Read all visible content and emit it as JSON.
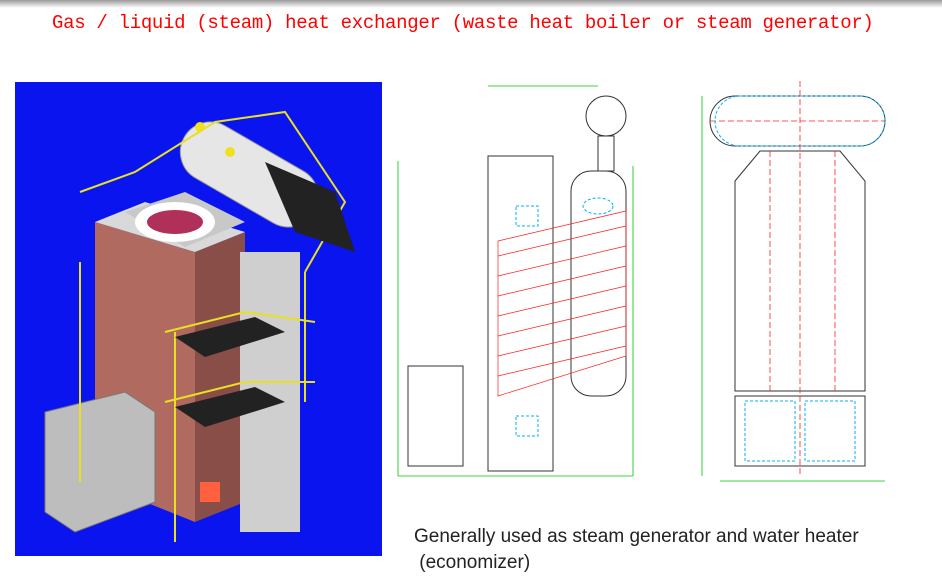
{
  "slide": {
    "title": "Gas / liquid (steam) heat exchanger (waste heat boiler or steam generator)",
    "caption_line1": "Generally used as steam generator and water heater",
    "caption_line2": " (economizer)"
  },
  "colors": {
    "title": "#ff0000",
    "render_background": "#0a14ee"
  }
}
